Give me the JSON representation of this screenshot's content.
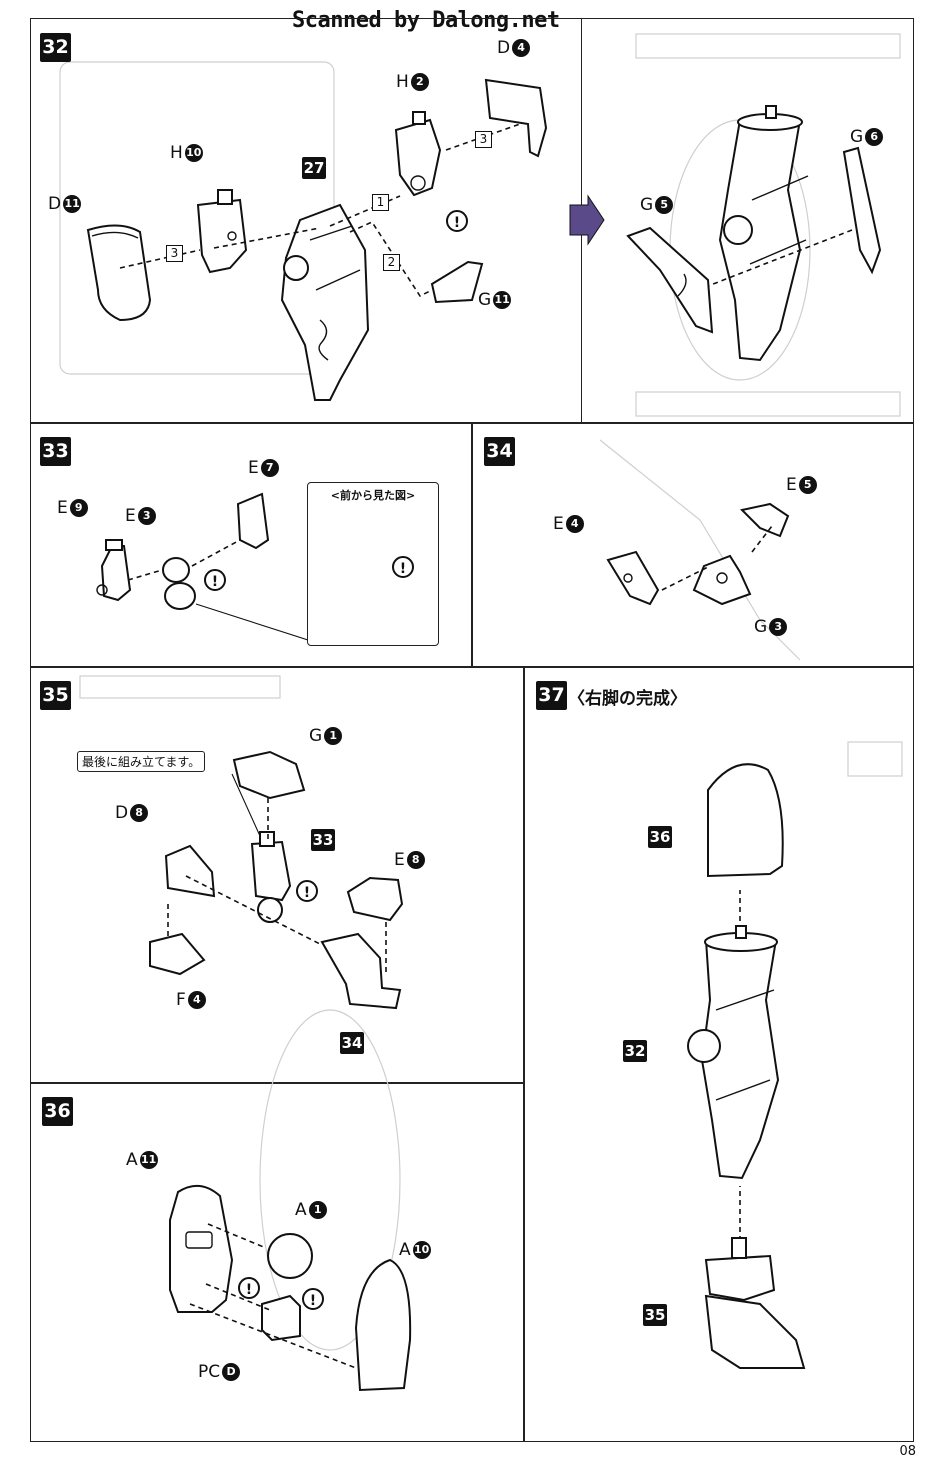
{
  "watermark": "Scanned by Dalong.net",
  "page_number": "08",
  "steps": {
    "s32": {
      "number": "32",
      "labels": {
        "d4": {
          "letter": "D",
          "num": "4"
        },
        "h2": {
          "letter": "H",
          "num": "2"
        },
        "h10": {
          "letter": "H",
          "num": "10"
        },
        "d11": {
          "letter": "D",
          "num": "11"
        },
        "g11": {
          "letter": "G",
          "num": "11"
        },
        "g5": {
          "letter": "G",
          "num": "5"
        },
        "g6": {
          "letter": "G",
          "num": "6"
        }
      },
      "ref_27": "27",
      "order": [
        "1",
        "2",
        "3",
        "3"
      ]
    },
    "s33": {
      "number": "33",
      "labels": {
        "e9": {
          "letter": "E",
          "num": "9"
        },
        "e3": {
          "letter": "E",
          "num": "3"
        },
        "e7": {
          "letter": "E",
          "num": "7"
        }
      },
      "front_view_title": "<前から見た図>"
    },
    "s34": {
      "number": "34",
      "labels": {
        "e4": {
          "letter": "E",
          "num": "4"
        },
        "e5": {
          "letter": "E",
          "num": "5"
        },
        "g3": {
          "letter": "G",
          "num": "3"
        }
      }
    },
    "s35": {
      "number": "35",
      "note": "最後に組み立てます。",
      "labels": {
        "g1": {
          "letter": "G",
          "num": "1"
        },
        "d8": {
          "letter": "D",
          "num": "8"
        },
        "e8": {
          "letter": "E",
          "num": "8"
        },
        "f4": {
          "letter": "F",
          "num": "4"
        }
      },
      "ref_33": "33",
      "ref_34": "34"
    },
    "s36": {
      "number": "36",
      "labels": {
        "a11": {
          "letter": "A",
          "num": "11"
        },
        "a1": {
          "letter": "A",
          "num": "1"
        },
        "a10": {
          "letter": "A",
          "num": "10"
        },
        "pcd": {
          "letter": "PC",
          "num": "D"
        }
      }
    },
    "s37": {
      "number": "37",
      "title": "〈右脚の完成〉",
      "ref_36": "36",
      "ref_32": "32",
      "ref_35": "35"
    }
  },
  "caution_glyph": "!",
  "colors": {
    "ink": "#111111",
    "ghost": "#cfcfcf",
    "paper": "#ffffff",
    "arrow": "#5a4a8a"
  }
}
